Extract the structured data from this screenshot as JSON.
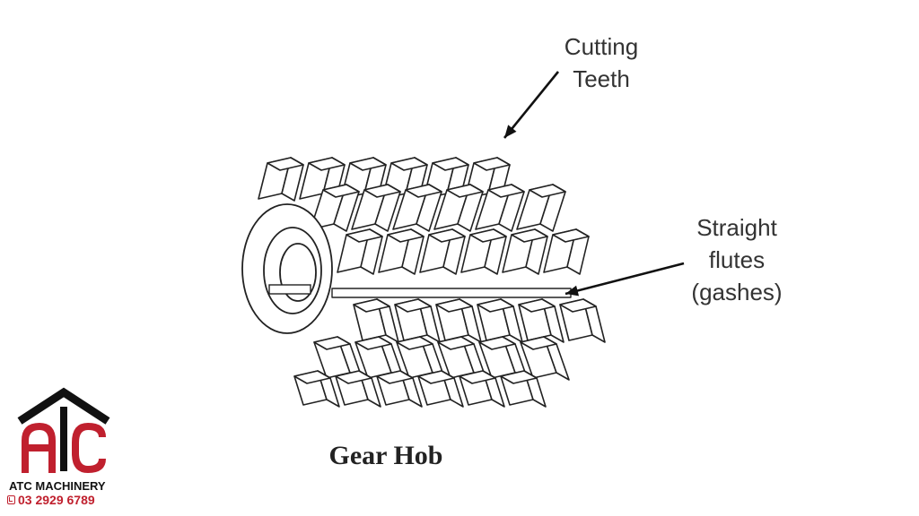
{
  "diagram": {
    "labels": {
      "cutting_teeth": [
        "Cutting",
        "Teeth"
      ],
      "straight_flutes": [
        "Straight",
        "flutes",
        "(gashes)"
      ]
    },
    "caption": "Gear Hob"
  },
  "brand": {
    "name": "ATC MACHINERY",
    "phone": "03 2929 6789",
    "colors": {
      "primary": "#c0202e",
      "dark": "#111111"
    }
  }
}
